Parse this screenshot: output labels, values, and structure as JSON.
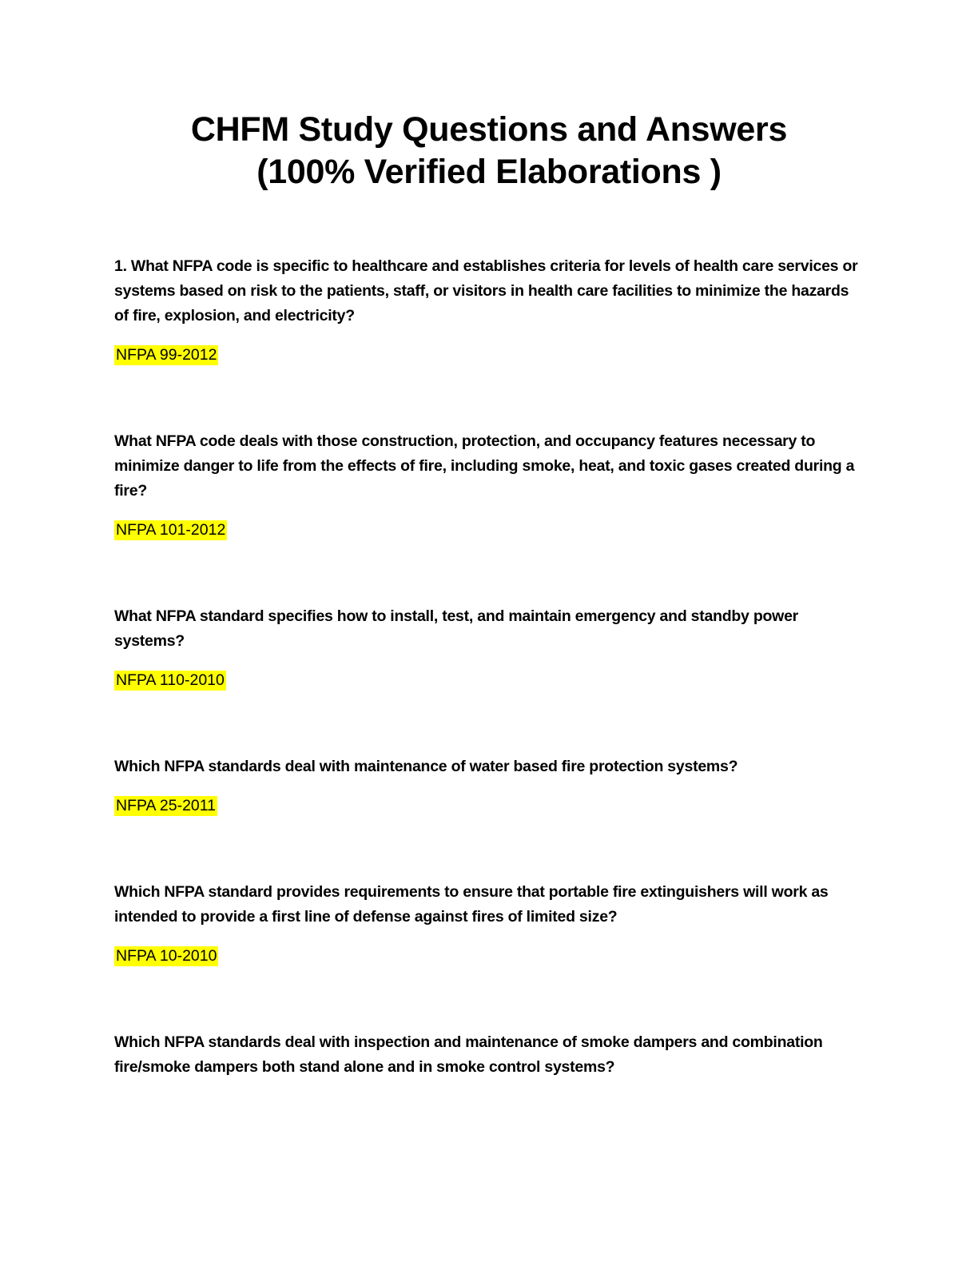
{
  "document": {
    "title_lines": [
      "CHFM Study Questions and Answers",
      "(100% Verified Elaborations )"
    ],
    "highlight_color": "#ffff00",
    "text_color": "#000000",
    "background_color": "#ffffff"
  },
  "qa_items": [
    {
      "question": "1. What NFPA code is specific to healthcare and establishes criteria for levels of health care services or systems based on risk to the patients, staff, or visitors in health care facilities to minimize the hazards of fire, explosion, and electricity?",
      "answer": "NFPA 99-2012"
    },
    {
      "question": "What NFPA code deals with those construction, protection, and occupancy features necessary to minimize danger to life from the effects of fire, including smoke, heat, and toxic gases created during a fire?",
      "answer": "NFPA 101-2012"
    },
    {
      "question": "What NFPA standard specifies how to install, test, and maintain emergency and standby power systems?",
      "answer": "NFPA 110-2010"
    },
    {
      "question": "Which NFPA standards deal with maintenance of water based fire protection systems?",
      "answer": "NFPA 25-2011"
    },
    {
      "question": "Which NFPA standard provides requirements to ensure that portable fire extinguishers will work as intended to provide a first line of defense against fires of limited size?",
      "answer": "NFPA 10-2010"
    },
    {
      "question": "Which NFPA standards deal with inspection and maintenance of smoke dampers and combination fire/smoke dampers both stand alone and in smoke control systems?",
      "answer": ""
    }
  ]
}
